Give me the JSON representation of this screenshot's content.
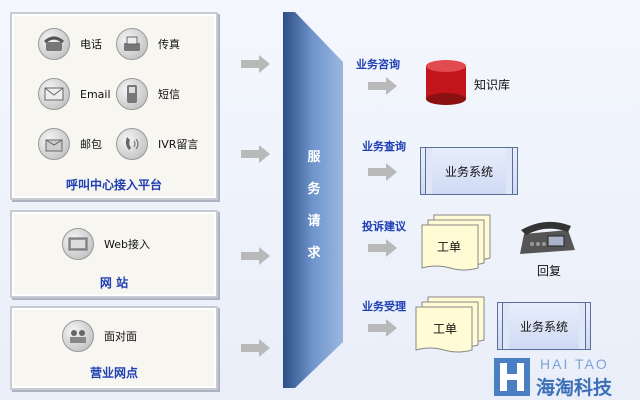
{
  "channels_panel": {
    "title": "呼叫中心接入平台",
    "items": [
      {
        "label": "电话",
        "icon": "telephone-icon"
      },
      {
        "label": "传真",
        "icon": "fax-icon"
      },
      {
        "label": "Email",
        "icon": "email-icon"
      },
      {
        "label": "短信",
        "icon": "mobile-phone-icon"
      },
      {
        "label": "邮包",
        "icon": "parcel-icon"
      },
      {
        "label": "IVR留言",
        "icon": "voice-message-icon"
      }
    ]
  },
  "web_panel": {
    "title": "网 站",
    "item": {
      "label": "Web接入",
      "icon": "web-access-icon"
    }
  },
  "office_panel": {
    "title": "营业网点",
    "item": {
      "label": "面对面",
      "icon": "face-to-face-icon"
    }
  },
  "funnel": {
    "chars": [
      "服",
      "务",
      "请",
      "求"
    ]
  },
  "outputs": [
    {
      "label": "业务咨询",
      "target": "知识库"
    },
    {
      "label": "业务查询",
      "target": "业务系统"
    },
    {
      "label": "投诉建议",
      "target": "工单",
      "extra": "回复"
    },
    {
      "label": "业务受理",
      "target": "工单",
      "target2": "业务系统"
    }
  ],
  "logo": {
    "text_en": "HAI TAO",
    "text_cn": "海淘科技"
  }
}
